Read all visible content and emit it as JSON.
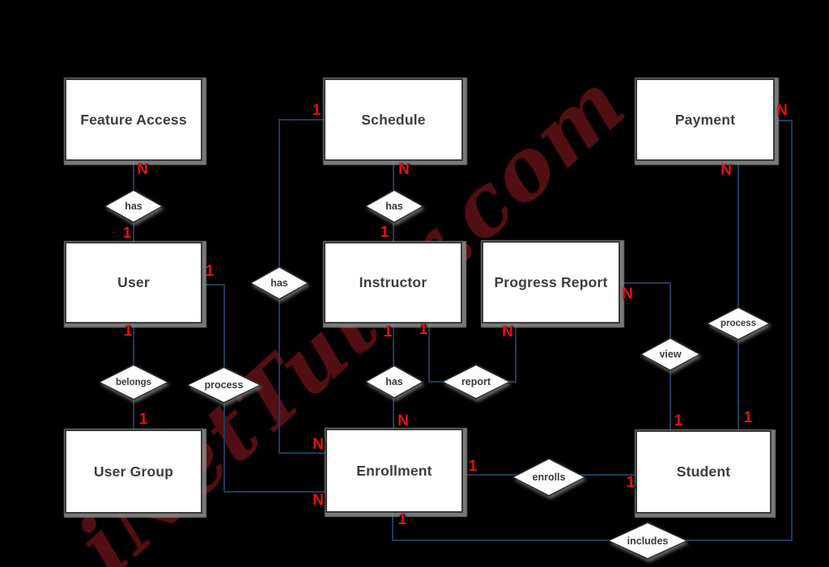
{
  "watermark": {
    "text": "iNetTutor.com"
  },
  "colors": {
    "background": "#000000",
    "entity_fill": "#ffffff",
    "entity_border": "#3b3b3b",
    "entity_text": "#3d3d3d",
    "connector_line": "#1e3c5c",
    "cardinality_text": "#e01212",
    "watermark_text": "#551014",
    "shadow_gray": "#8d8d8d"
  },
  "entities": [
    {
      "id": "feature-access",
      "label": "Feature Access"
    },
    {
      "id": "schedule",
      "label": "Schedule"
    },
    {
      "id": "payment",
      "label": "Payment"
    },
    {
      "id": "user",
      "label": "User"
    },
    {
      "id": "instructor",
      "label": "Instructor"
    },
    {
      "id": "progress-report",
      "label": "Progress Report"
    },
    {
      "id": "user-group",
      "label": "User Group"
    },
    {
      "id": "enrollment",
      "label": "Enrollment"
    },
    {
      "id": "student",
      "label": "Student"
    }
  ],
  "relationships": [
    {
      "id": "has-user-feature-access",
      "label": "has",
      "from": "User",
      "to": "Feature Access",
      "from_card": "1",
      "to_card": "N"
    },
    {
      "id": "has-instructor-schedule",
      "label": "has",
      "from": "Instructor",
      "to": "Schedule",
      "from_card": "1",
      "to_card": "N"
    },
    {
      "id": "has-schedule-enrollment",
      "label": "has",
      "from": "Schedule",
      "to": "Enrollment",
      "from_card": "1",
      "to_card": "N"
    },
    {
      "id": "belongs-user-user-group",
      "label": "belongs",
      "from": "User",
      "to": "User Group",
      "from_card": "1",
      "to_card": "1"
    },
    {
      "id": "process-user-enrollment",
      "label": "process",
      "from": "User",
      "to": "Enrollment",
      "from_card": "1",
      "to_card": "N"
    },
    {
      "id": "has-instructor-enrollment",
      "label": "has",
      "from": "Instructor",
      "to": "Enrollment",
      "from_card": "1",
      "to_card": "N"
    },
    {
      "id": "report-instructor-progress",
      "label": "report",
      "from": "Instructor",
      "to": "Progress Report",
      "from_card": "1",
      "to_card": "N"
    },
    {
      "id": "view-student-progress",
      "label": "view",
      "from": "Student",
      "to": "Progress Report",
      "from_card": "1",
      "to_card": "N"
    },
    {
      "id": "process-student-payment",
      "label": "process",
      "from": "Student",
      "to": "Payment",
      "from_card": "1",
      "to_card": "N"
    },
    {
      "id": "enrolls-enrollment-student",
      "label": "enrolls",
      "from": "Enrollment",
      "to": "Student",
      "from_card": "1",
      "to_card": "1"
    },
    {
      "id": "includes-enrollment-payment",
      "label": "includes",
      "from": "Enrollment",
      "to": "Payment",
      "from_card": "1",
      "to_card": "N"
    }
  ],
  "cards": [
    {
      "text": "N"
    },
    {
      "text": "1"
    },
    {
      "text": "1"
    },
    {
      "text": "N"
    },
    {
      "text": "1"
    },
    {
      "text": "N"
    },
    {
      "text": "N"
    },
    {
      "text": "1"
    },
    {
      "text": "1"
    },
    {
      "text": "1"
    },
    {
      "text": "1"
    },
    {
      "text": "1"
    },
    {
      "text": "N"
    },
    {
      "text": "N"
    },
    {
      "text": "N"
    },
    {
      "text": "N"
    },
    {
      "text": "N"
    },
    {
      "text": "1"
    },
    {
      "text": "1"
    },
    {
      "text": "1"
    },
    {
      "text": "1"
    },
    {
      "text": "1"
    }
  ]
}
